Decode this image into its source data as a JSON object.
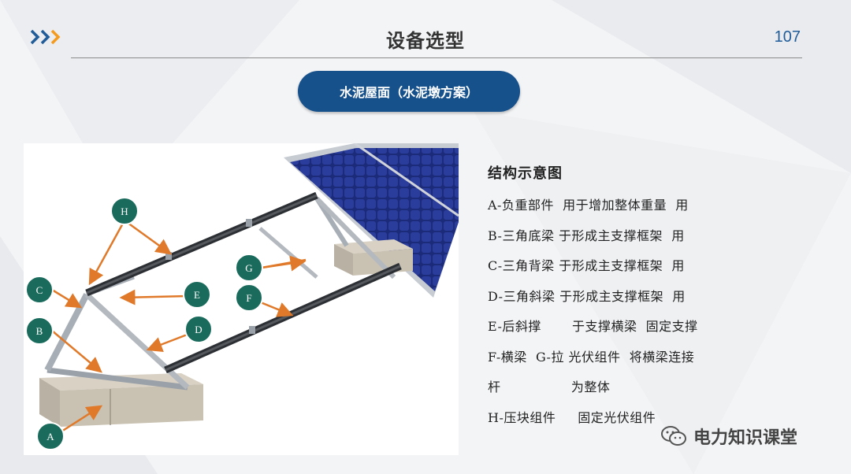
{
  "header": {
    "title": "设备选型",
    "page_number": "107"
  },
  "banner": {
    "label": "水泥屋面（水泥墩方案）"
  },
  "legend": {
    "title": "结构示意图",
    "lines": [
      "A-负重部件  用于增加整体重量  用",
      "B-三角底梁 于形成主支撑框架  用",
      "C-三角背梁 于形成主支撑框架  用",
      "D-三角斜梁 于形成主支撑框架  用",
      "E-后斜撑       于支撑横梁  固定支撑",
      "F-横梁  G-拉 光伏组件  将横梁连接",
      "杆                为整体",
      "H-压块组件     固定光伏组件"
    ]
  },
  "diagram": {
    "labels": {
      "A": "A",
      "B": "B",
      "C": "C",
      "D": "D",
      "E": "E",
      "F": "F",
      "G": "G",
      "H": "H"
    },
    "label_color": "#1a6b5c",
    "arrow_color": "#e07a2a"
  },
  "watermark": {
    "text": "电力知识课堂",
    "icon": "wechat-icon"
  },
  "colors": {
    "accent": "#17518c",
    "chevron_blue": "#1f5c99",
    "chevron_orange": "#f39a1f"
  }
}
